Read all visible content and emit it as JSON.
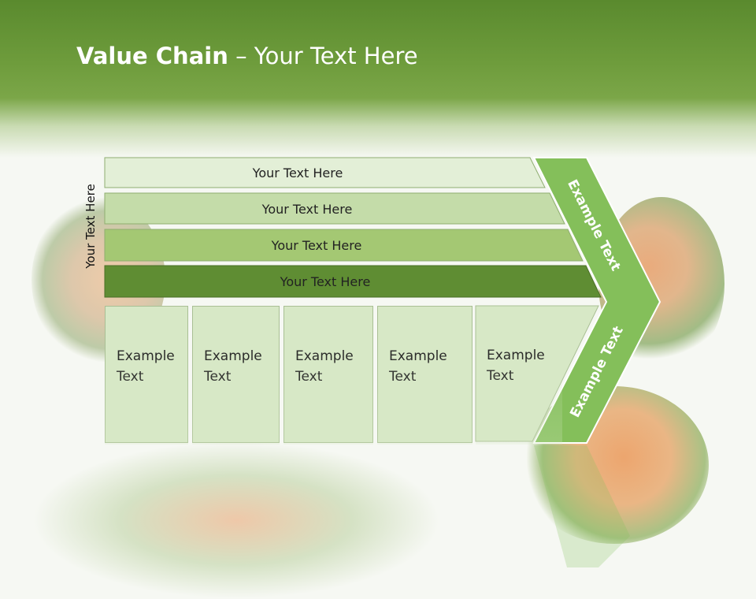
{
  "slide": {
    "title_bold": "Value Chain",
    "title_rest": " – Your Text Here",
    "side_label": "Your Text Here"
  },
  "bars": [
    {
      "label": "Your Text Here",
      "color": "#e3efd7"
    },
    {
      "label": "Your Text Here",
      "color": "#c4dca9"
    },
    {
      "label": "Your Text Here",
      "color": "#a4c873"
    },
    {
      "label": "Your Text Here",
      "color": "#5f8d33"
    }
  ],
  "boxes": [
    {
      "label": "Example\nText"
    },
    {
      "label": "Example\nText"
    },
    {
      "label": "Example\nText"
    },
    {
      "label": "Example\nText"
    },
    {
      "label": "Example\nText"
    }
  ],
  "arrow": {
    "upper_label": "Example Text",
    "lower_label": "Example Text",
    "color": "#84bf5a"
  },
  "colors": {
    "header": "#6e9c3c",
    "box_fill": "#d7e8c6",
    "box_border": "#a9bf94"
  }
}
